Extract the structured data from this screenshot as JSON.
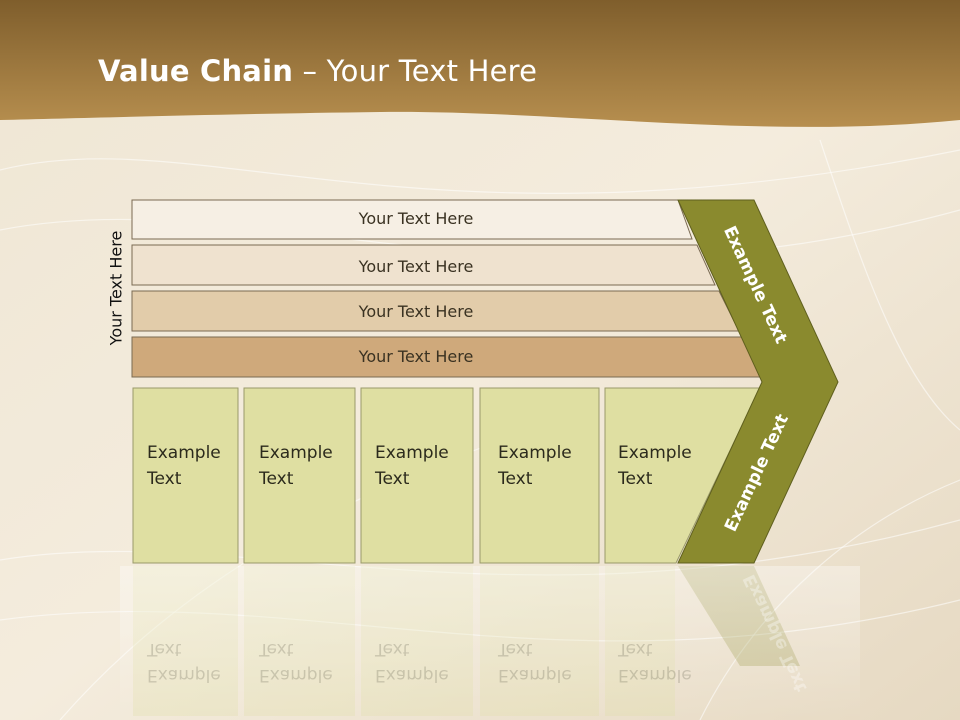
{
  "title": {
    "bold": "Value Chain",
    "rest": " – Your Text Here"
  },
  "side_label": "Your Text Here",
  "bars": [
    {
      "label": "Your Text Here"
    },
    {
      "label": "Your Text Here"
    },
    {
      "label": "Your Text Here"
    },
    {
      "label": "Your Text Here"
    }
  ],
  "cells": [
    {
      "line1": "Example",
      "line2": "Text"
    },
    {
      "line1": "Example",
      "line2": "Text"
    },
    {
      "line1": "Example",
      "line2": "Text"
    },
    {
      "line1": "Example",
      "line2": "Text"
    },
    {
      "line1": "Example",
      "line2": "Text"
    }
  ],
  "chevron": {
    "upper": "Example Text",
    "lower": "Example Text"
  },
  "colors": {
    "banner": "#b08a4a",
    "chevron": "#8a8a2e",
    "cell": "#dfdfa2",
    "bar1": "#f6efe4",
    "bar2": "#efe2cf",
    "bar3": "#e2ccaa",
    "bar4": "#cfa97b"
  }
}
